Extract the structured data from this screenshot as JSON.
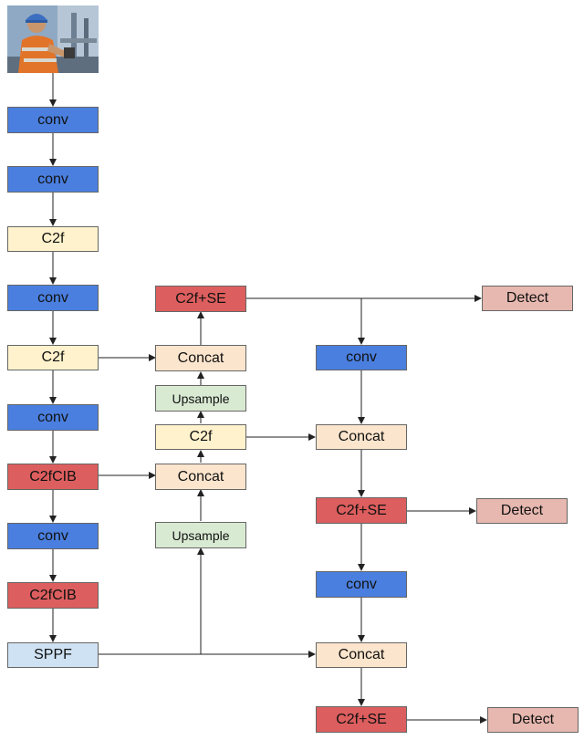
{
  "colors": {
    "conv": "#4a7fdf",
    "c2f": "#fff2cc",
    "c2fcib": "#dd5e5e",
    "c2f_se": "#dd5e5e",
    "concat": "#fce5cd",
    "upsample": "#d9ead3",
    "sppf": "#cfe2f3",
    "detect": "#e6b8af",
    "arrow": "#222222"
  },
  "input_image": {
    "icon": "worker-photo-icon"
  },
  "blocks": {
    "b1_conv": "conv",
    "b2_conv": "conv",
    "b3_c2f": "C2f",
    "b4_conv": "conv",
    "b5_c2f": "C2f",
    "b6_conv": "conv",
    "b7_c2fcib": "C2fCIB",
    "b8_conv": "conv",
    "b9_c2fcib": "C2fCIB",
    "b10_sppf": "SPPF",
    "n1_c2f_se": "C2f+SE",
    "n1_concat": "Concat",
    "n1_upsample": "Upsample",
    "n1_c2f": "C2f",
    "n2_concat": "Concat",
    "n2_upsample": "Upsample",
    "p1_conv": "conv",
    "p1_concat": "Concat",
    "p2_c2f_se": "C2f+SE",
    "p2_conv": "conv",
    "p3_concat": "Concat",
    "p3_c2f_se": "C2f+SE",
    "d1_detect": "Detect",
    "d2_detect": "Detect",
    "d3_detect": "Detect"
  }
}
